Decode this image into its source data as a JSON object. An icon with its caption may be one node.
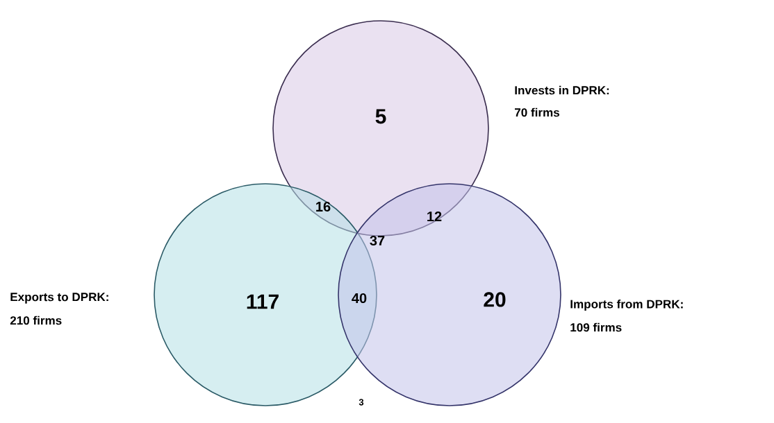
{
  "diagram": {
    "nodes": [
      {
        "text": [
          "5"
        ],
        "beside": [
          "Invests in DPRK:",
          "70 firms"
        ]
      },
      {
        "text": [
          "117"
        ],
        "beside": [
          "Exports to DPRK:",
          "210 firms"
        ]
      },
      {
        "text": [
          "20"
        ],
        "beside": [
          "Imports from DPRK:",
          "109 firms"
        ]
      }
    ],
    "edges": [],
    "labels": [
      "16",
      "12",
      "37",
      "40",
      "3"
    ]
  }
}
